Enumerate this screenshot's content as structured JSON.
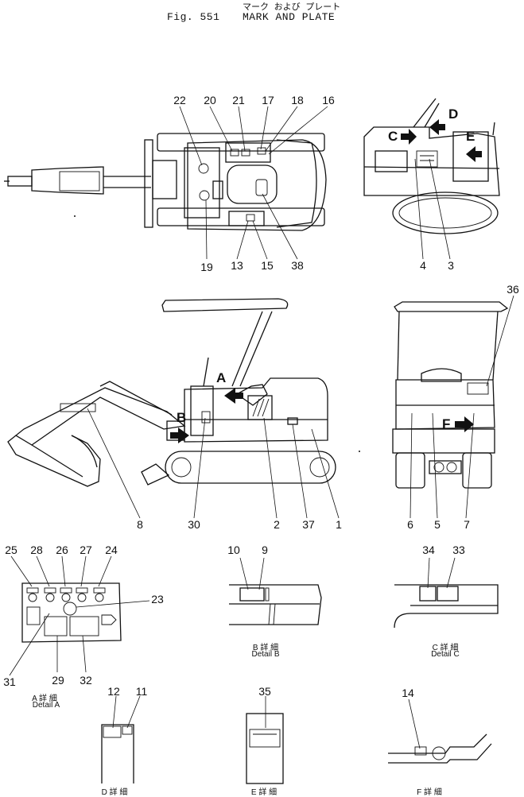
{
  "header": {
    "fig_label": "Fig. 551",
    "title_en": "MARK AND PLATE",
    "title_jp": "マーク および プレート"
  },
  "views": {
    "top": {
      "callouts": [
        "22",
        "20",
        "21",
        "17",
        "18",
        "16",
        "19",
        "13",
        "15",
        "38"
      ]
    },
    "side_small": {
      "callouts": [
        "4",
        "3"
      ],
      "arrows": [
        "C",
        "D",
        "E"
      ]
    },
    "side": {
      "callouts": [
        "8",
        "30",
        "2",
        "37",
        "1"
      ],
      "arrows": [
        "A",
        "B"
      ]
    },
    "rear": {
      "callouts": [
        "36",
        "6",
        "5",
        "7"
      ],
      "arrows": [
        "F"
      ]
    },
    "detail_a": {
      "callouts": [
        "25",
        "28",
        "26",
        "27",
        "24",
        "23",
        "31",
        "29",
        "32"
      ],
      "caption_jp": "A 詳 細",
      "caption_en": "Detail A"
    },
    "detail_b": {
      "callouts": [
        "10",
        "9"
      ],
      "caption_jp": "B 詳 細",
      "caption_en": "Detail B"
    },
    "detail_c": {
      "callouts": [
        "34",
        "33"
      ],
      "caption_jp": "C 詳 細",
      "caption_en": "Detail C"
    },
    "detail_d": {
      "callouts": [
        "12",
        "11"
      ],
      "caption_jp": "D 詳 細"
    },
    "detail_e": {
      "callouts": [
        "35"
      ],
      "caption_jp": "E 詳 細"
    },
    "detail_f": {
      "callouts": [
        "14"
      ],
      "caption_jp": "F 詳 細"
    }
  }
}
